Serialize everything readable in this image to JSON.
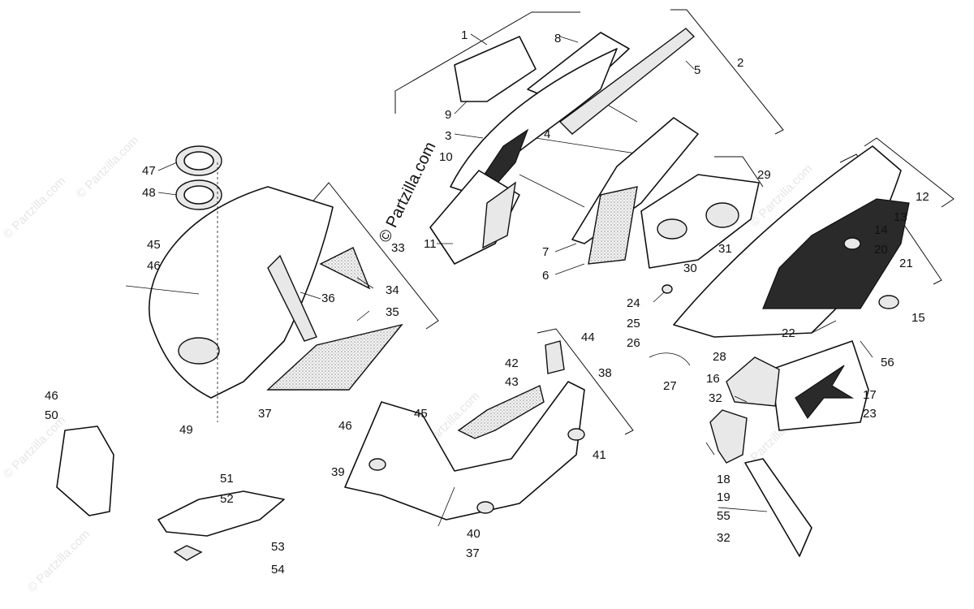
{
  "watermarks": {
    "main": "© Partzilla.com",
    "faint": "© Partzilla.com"
  },
  "callouts": {
    "c1": "1",
    "c2": "2",
    "c3": "3",
    "c4": "4",
    "c5": "5",
    "c6": "6",
    "c7": "7",
    "c8": "8",
    "c9": "9",
    "c10": "10",
    "c11": "11",
    "c12": "12",
    "c13": "13",
    "c14": "14",
    "c15": "15",
    "c16": "16",
    "c17": "17",
    "c18": "18",
    "c19": "19",
    "c20": "20",
    "c21": "21",
    "c22": "22",
    "c23": "23",
    "c24": "24",
    "c25": "25",
    "c26": "26",
    "c27": "27",
    "c28": "28",
    "c29": "29",
    "c30": "30",
    "c31": "31",
    "c32a": "32",
    "c32b": "32",
    "c33": "33",
    "c34": "34",
    "c35": "35",
    "c36": "36",
    "c37a": "37",
    "c37b": "37",
    "c38": "38",
    "c39": "39",
    "c40": "40",
    "c41": "41",
    "c42": "42",
    "c43": "43",
    "c44": "44",
    "c45a": "45",
    "c45b": "45",
    "c46a": "46",
    "c46b": "46",
    "c46c": "46",
    "c47": "47",
    "c48": "48",
    "c49": "49",
    "c50": "50",
    "c51": "51",
    "c52": "52",
    "c53": "53",
    "c54": "54",
    "c55": "55",
    "c56": "56"
  },
  "colors": {
    "ink": "#111111",
    "background": "#ffffff",
    "watermark": "#e6e6e6"
  }
}
